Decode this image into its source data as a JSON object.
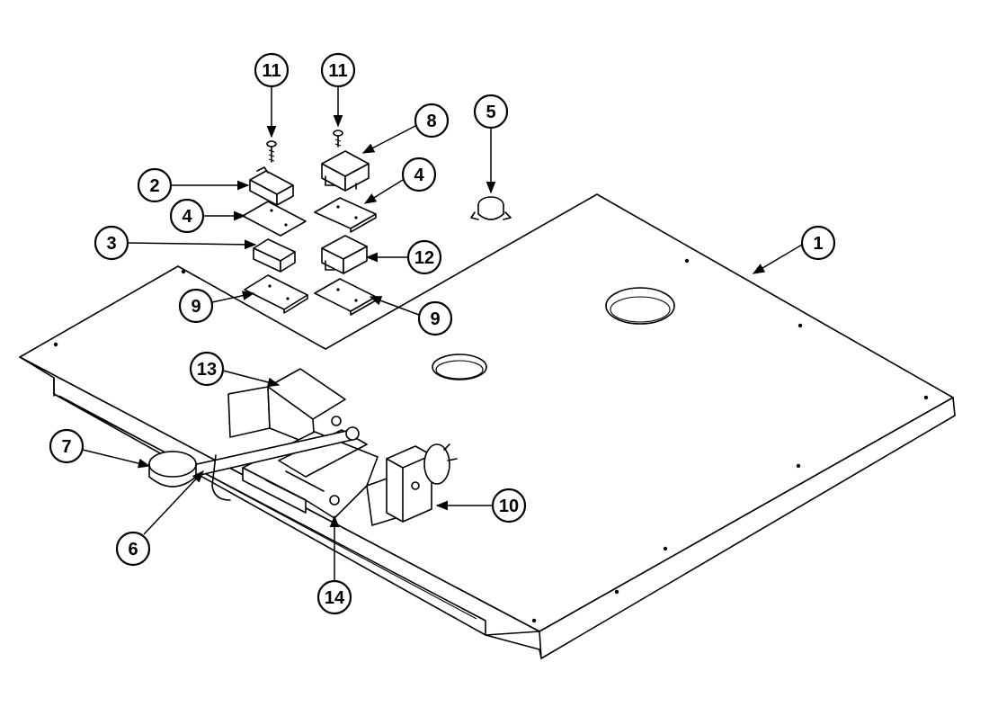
{
  "callouts": [
    {
      "id": "c11a",
      "label": "11"
    },
    {
      "id": "c11b",
      "label": "11"
    },
    {
      "id": "c8",
      "label": "8"
    },
    {
      "id": "c5",
      "label": "5"
    },
    {
      "id": "c2",
      "label": "2"
    },
    {
      "id": "c4a",
      "label": "4"
    },
    {
      "id": "c4b",
      "label": "4"
    },
    {
      "id": "c3",
      "label": "3"
    },
    {
      "id": "c12",
      "label": "12"
    },
    {
      "id": "c1",
      "label": "1"
    },
    {
      "id": "c9a",
      "label": "9"
    },
    {
      "id": "c9b",
      "label": "9"
    },
    {
      "id": "c13",
      "label": "13"
    },
    {
      "id": "c7",
      "label": "7"
    },
    {
      "id": "c10",
      "label": "10"
    },
    {
      "id": "c6",
      "label": "6"
    },
    {
      "id": "c14",
      "label": "14"
    }
  ]
}
